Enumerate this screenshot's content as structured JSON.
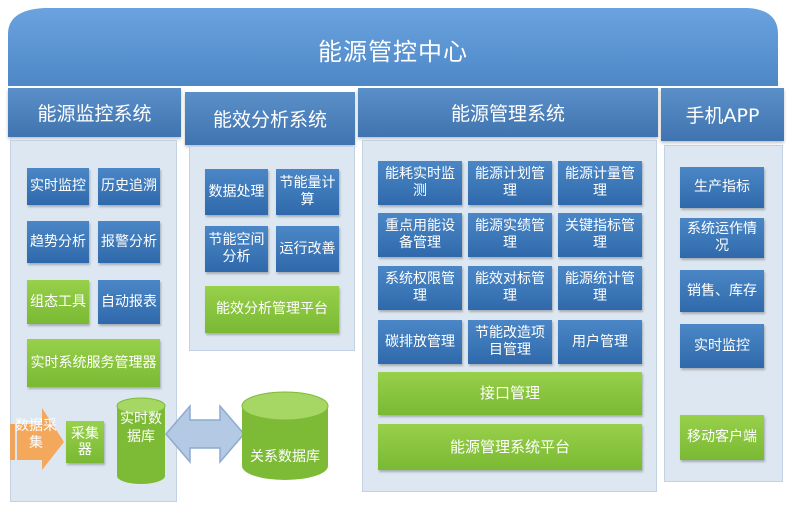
{
  "header": {
    "title": "能源管控中心"
  },
  "columns": {
    "monitoring": {
      "title": "能源监控系统",
      "modules": [
        "实时监控",
        "历史追溯",
        "趋势分析",
        "报警分析"
      ],
      "tools": [
        "组态工具",
        "自动报表"
      ],
      "service_manager": "实时系统服务管理器",
      "collection": {
        "data_collection": "数据采集",
        "collector": "采集器",
        "realtime_db": "实时数据库"
      }
    },
    "efficiency": {
      "title": "能效分析系统",
      "modules": [
        "数据处理",
        "节能量计算",
        "节能空间分析",
        "运行改善"
      ],
      "platform": "能效分析管理平台"
    },
    "management": {
      "title": "能源管理系统",
      "modules": [
        "能耗实时监测",
        "能源计划管理",
        "能源计量管理",
        "重点用能设备管理",
        "能源实绩管理",
        "关键指标管理",
        "系统权限管理",
        "能效对标管理",
        "能源统计管理",
        "碳排放管理",
        "节能改造项目管理",
        "用户管理"
      ],
      "interface": "接口管理",
      "platform": "能源管理系统平台"
    },
    "mobile": {
      "title": "手机APP",
      "modules": [
        "生产指标",
        "系统运作情况",
        "销售、库存",
        "实时监控"
      ],
      "client": "移动客户端"
    }
  },
  "relational_db": "关系数据库",
  "colors": {
    "roof": "#5b95d3",
    "header": "#4a80bf",
    "module_blue": "#3a76b8",
    "module_green": "#8cc63f",
    "panel": "#dde7f1",
    "arrow": "#b4c9e4",
    "cylinder": "#8cc63f"
  }
}
